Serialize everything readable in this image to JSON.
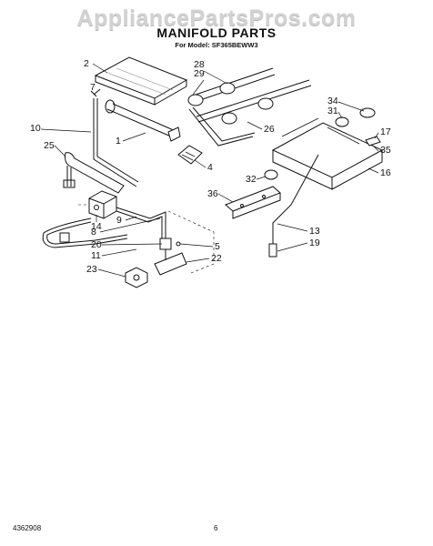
{
  "watermark": "AppliancePartsPros.com",
  "title": "MANIFOLD PARTS",
  "model_line": "For Model: SF365BEWW3",
  "callouts": [
    "2",
    "7",
    "1",
    "10",
    "25",
    "14",
    "9",
    "8",
    "20",
    "11",
    "23",
    "28",
    "29",
    "26",
    "4",
    "32",
    "36",
    "34",
    "31",
    "17",
    "35",
    "16",
    "13",
    "19",
    "5",
    "22"
  ],
  "footer": {
    "document_number": "4362908",
    "page_number": "6"
  }
}
